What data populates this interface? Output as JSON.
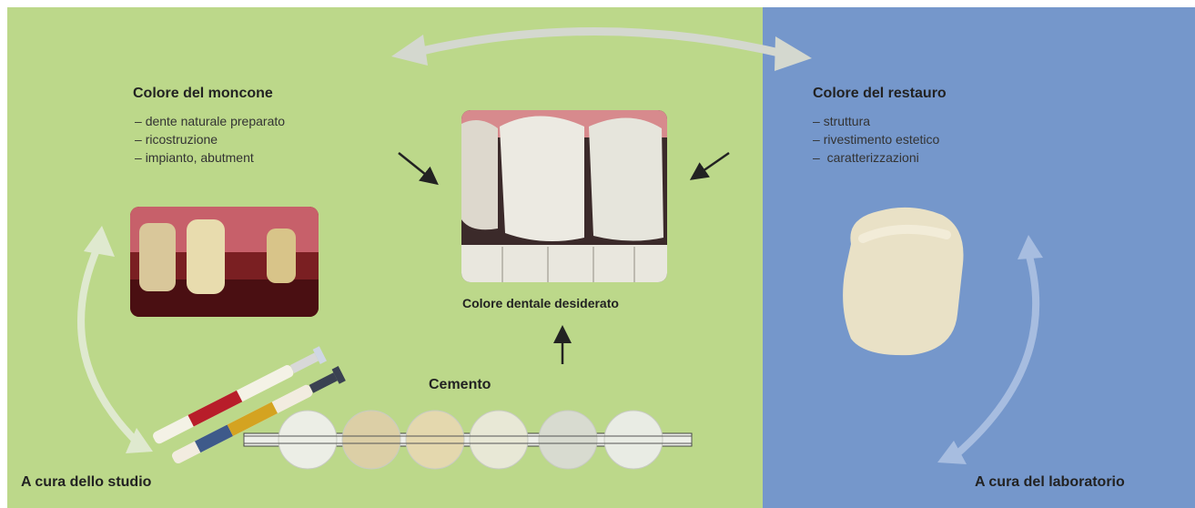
{
  "colors": {
    "studio_panel": "#bcd88a",
    "lab_panel": "#7597cb",
    "cycle_arrow": "#dfe9cf"
  },
  "stump": {
    "title": "Colore del moncone",
    "items": [
      "dente naturale preparato",
      "ricostruzione",
      "impianto, abutment"
    ]
  },
  "restoration": {
    "title": "Colore del restauro",
    "items": [
      "struttura",
      "rivestimento estetico",
      "caratterizzazioni"
    ]
  },
  "center": {
    "caption": "Colore dentale desiderato"
  },
  "cement": {
    "label": "Cemento",
    "shade_count": 6
  },
  "footer": {
    "studio": "A cura dello studio",
    "lab": "A cura del laboratorio"
  },
  "icons": [
    "stump-photo",
    "teeth-photo",
    "veneer-crown",
    "syringes",
    "shade-guide",
    "arrow-down-right",
    "arrow-down-left",
    "arrow-up",
    "double-arrow-top",
    "cycle-arrow-left",
    "cycle-arrow-right"
  ]
}
